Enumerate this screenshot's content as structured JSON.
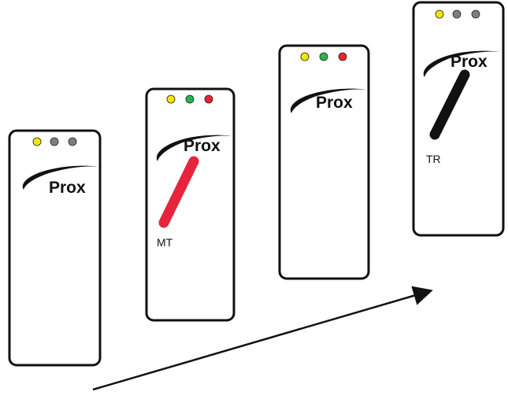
{
  "colors": {
    "led_yellow": "#f2e600",
    "led_green": "#2bb34a",
    "led_red": "#e8262c",
    "led_off": "#7f7f7f",
    "card_border": "#111111",
    "stripe_mt": "#e8243c",
    "stripe_tr": "#111111",
    "arrow": "#111111"
  },
  "cards": [
    {
      "id": "card-1",
      "brand": "Prox",
      "leds": [
        "yellow",
        "off",
        "off"
      ],
      "stripe": null
    },
    {
      "id": "card-2",
      "brand": "Prox",
      "leds": [
        "yellow",
        "green",
        "red"
      ],
      "stripe": {
        "label": "MT",
        "color": "stripe_mt"
      }
    },
    {
      "id": "card-3",
      "brand": "Prox",
      "leds": [
        "yellow",
        "green",
        "red"
      ],
      "stripe": null
    },
    {
      "id": "card-4",
      "brand": "Prox",
      "leds": [
        "yellow",
        "off",
        "off"
      ],
      "stripe": {
        "label": "TR",
        "color": "stripe_tr"
      }
    }
  ]
}
